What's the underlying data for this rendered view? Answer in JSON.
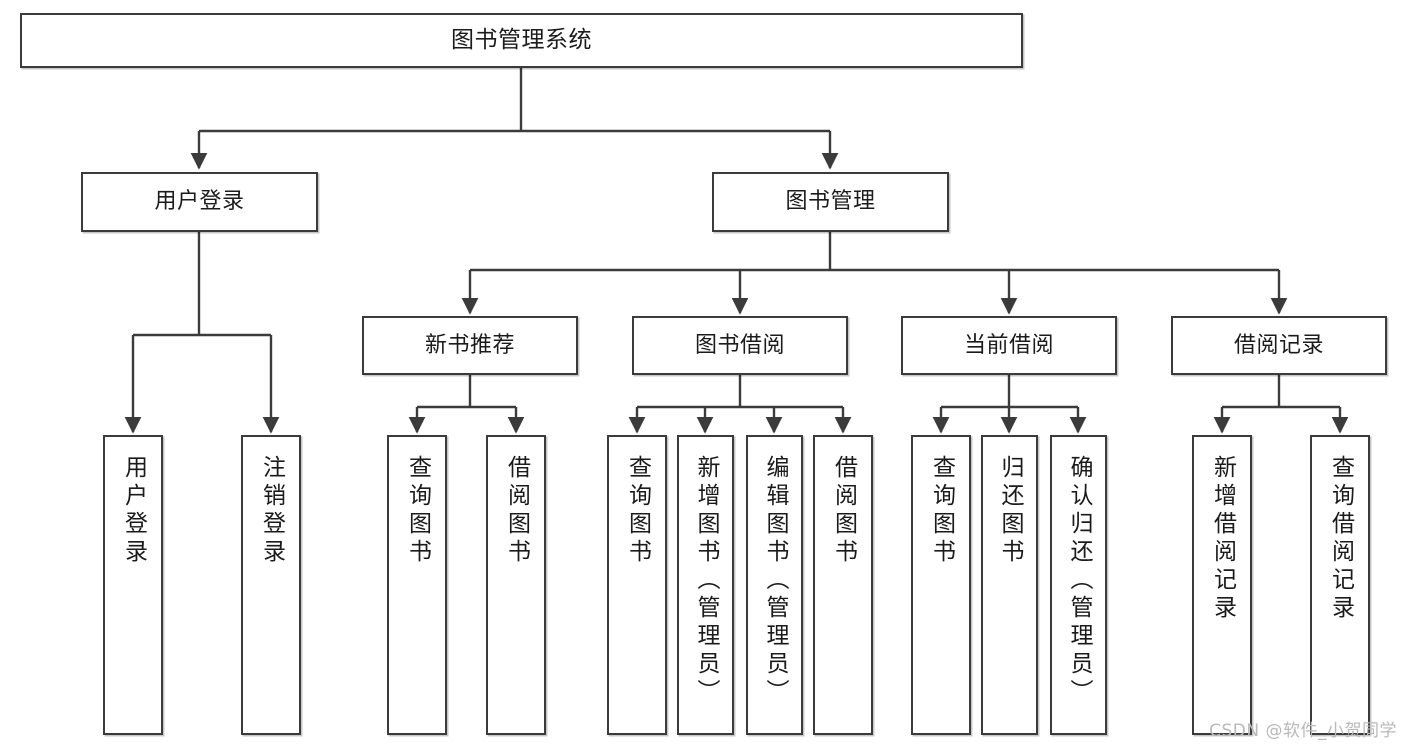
{
  "diagram": {
    "title": "图书管理系统",
    "root": {
      "label": "图书管理系统"
    },
    "level1": [
      {
        "label": "用户登录"
      },
      {
        "label": "图书管理"
      }
    ],
    "level2": [
      {
        "label": "新书推荐"
      },
      {
        "label": "图书借阅"
      },
      {
        "label": "当前借阅"
      },
      {
        "label": "借阅记录"
      }
    ],
    "leaves": {
      "user_login": [
        {
          "label": "用户登录"
        },
        {
          "label": "注销登录"
        }
      ],
      "new_book": [
        {
          "label": "查询图书"
        },
        {
          "label": "借阅图书"
        }
      ],
      "book_borrow": [
        {
          "label": "查询图书"
        },
        {
          "label": "新增图书（管理员）"
        },
        {
          "label": "编辑图书（管理员）"
        },
        {
          "label": "借阅图书"
        }
      ],
      "current_borrow": [
        {
          "label": "查询图书"
        },
        {
          "label": "归还图书"
        },
        {
          "label": "确认归还（管理员）"
        }
      ],
      "borrow_record": [
        {
          "label": "新增借阅记录"
        },
        {
          "label": "查询借阅记录"
        }
      ]
    }
  },
  "watermark": {
    "text": "CSDN @软件_小贺同学"
  },
  "colors": {
    "stroke": "#3b3b3b",
    "box_fill": "#ffffff",
    "text": "#1b1b1b",
    "watermark": "#b9b9b9",
    "page_bg": "#ffffff"
  }
}
